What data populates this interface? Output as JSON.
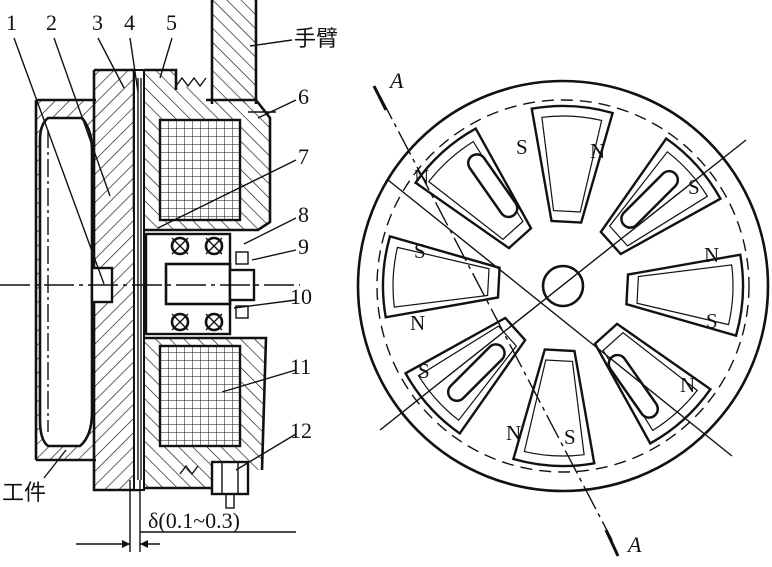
{
  "part_numbers": [
    "1",
    "2",
    "3",
    "4",
    "5",
    "6",
    "7",
    "8",
    "9",
    "10",
    "11",
    "12"
  ],
  "labels": {
    "arm": "手臂",
    "workpiece": "工件",
    "gap": "δ(0.1~0.3)",
    "section_top": "A",
    "section_bottom": "A"
  },
  "poles": [
    {
      "id": "p1",
      "text": "N"
    },
    {
      "id": "p2",
      "text": "S"
    },
    {
      "id": "p3",
      "text": "N"
    },
    {
      "id": "p4",
      "text": "S"
    },
    {
      "id": "p5",
      "text": "N"
    },
    {
      "id": "p6",
      "text": "S"
    },
    {
      "id": "p7",
      "text": "N"
    },
    {
      "id": "p8",
      "text": "S"
    },
    {
      "id": "p9",
      "text": "N"
    },
    {
      "id": "p10",
      "text": "S"
    },
    {
      "id": "p11",
      "text": "N"
    },
    {
      "id": "p12",
      "text": "S"
    }
  ]
}
